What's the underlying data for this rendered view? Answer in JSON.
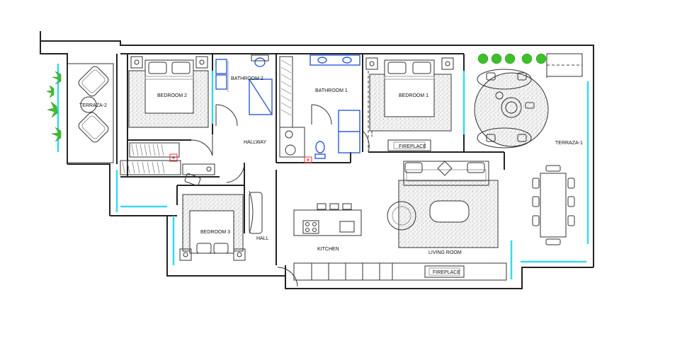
{
  "plan": {
    "rooms": {
      "bedroom_2": "BEDROOM 2",
      "bathroom_2": "BATHROOM 2",
      "bathroom_1": "BATHROOM 1",
      "bedroom_1": "BEDROOM 1",
      "terraza_2": "TERRAZA-2",
      "terraza_1": "TERRAZA-1",
      "hallway": "HALLWAY",
      "bedroom_3": "BEDROOM 3",
      "hall": "HALL",
      "kitchen": "KITCHEN",
      "living_room": "LIVING ROOM"
    },
    "fixtures": {
      "fireplace_bedroom": "FIREPLACE",
      "fireplace_living": "FIREPLACE"
    }
  }
}
